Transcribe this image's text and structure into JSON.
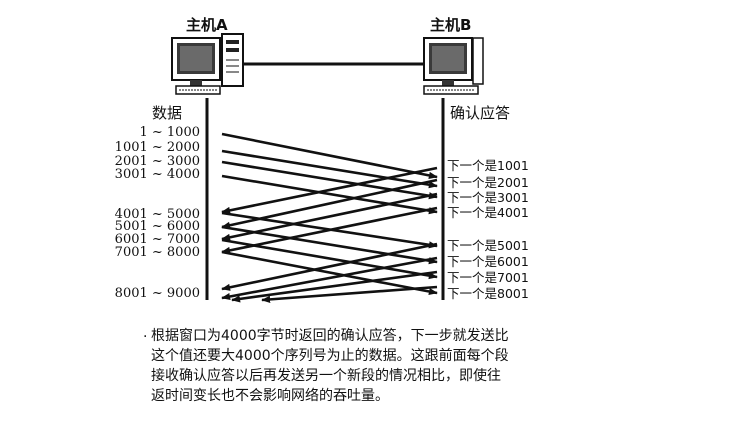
{
  "hosts": {
    "a": "主机A",
    "b": "主机B"
  },
  "columns": {
    "sender": "数据",
    "receiver": "确认应答"
  },
  "segments": [
    "1 ~ 1000",
    "1001 ~ 2000",
    "2001 ~ 3000",
    "3001 ~ 4000",
    "4001 ~ 5000",
    "5001 ~ 6000",
    "6001 ~ 7000",
    "7001 ~ 8000",
    "8001 ~ 9000"
  ],
  "acks": [
    "下一个是1001",
    "下一个是2001",
    "下一个是3001",
    "下一个是4001",
    "下一个是5001",
    "下一个是6001",
    "下一个是7001",
    "下一个是8001"
  ],
  "note": {
    "bullet": "·",
    "lines": [
      "根据窗口为4000字节时返回的确认应答，下一步就发送比",
      "这个值还要大4000个序列号为止的数据。这跟前面每个段",
      "接收确认应答以后再发送另一个新段的情况相比，即使往",
      "返时间变长也不会影响网络的吞吐量。"
    ]
  }
}
